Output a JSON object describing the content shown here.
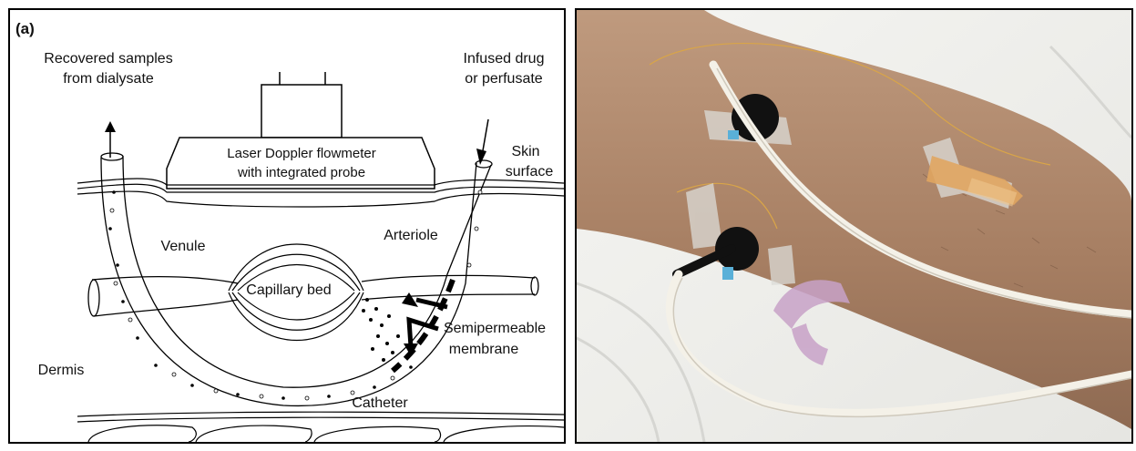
{
  "panel_a": {
    "label": "(a)",
    "labels": {
      "recovered_line1": "Recovered samples",
      "recovered_line2": "from dialysate",
      "infused_line1": "Infused drug",
      "infused_line2": "or perfusate",
      "flowmeter_line1": "Laser Doppler flowmeter",
      "flowmeter_line2": "with integrated probe",
      "skin_line1": "Skin",
      "skin_line2": "surface",
      "venule": "Venule",
      "arteriole": "Arteriole",
      "capillary_bed": "Capillary bed",
      "semipermeable_line1": "Semipermeable",
      "semipermeable_line2": "membrane",
      "dermis": "Dermis",
      "catheter": "Catheter"
    }
  },
  "panel_b": {
    "colors": {
      "skin": "#b08a6e",
      "sheet": "#efefec",
      "tubing": "#f4f1e8",
      "probe": "#111111",
      "tape": "#dcdcd8",
      "connector": "#e0a560",
      "clamp": "#c8a2c8"
    }
  }
}
